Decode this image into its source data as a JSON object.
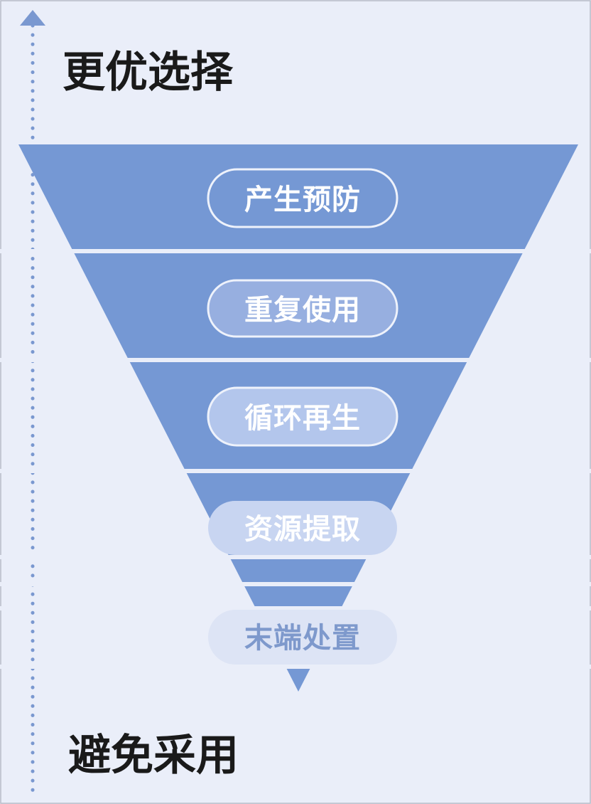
{
  "axis": {
    "top_label": "更优选择",
    "bottom_label": "避免采用"
  },
  "tiers": [
    {
      "label": "产生预防"
    },
    {
      "label": "重复使用"
    },
    {
      "label": "循环再生"
    },
    {
      "label": "资源提取"
    },
    {
      "label": "末端处置"
    }
  ],
  "colors": {
    "background": "#eaeef9",
    "funnel": "#7598d4",
    "tier_separator": "#eaeef9",
    "axis_dots": "#7a98d0",
    "label_text": "#1a1a1a"
  }
}
